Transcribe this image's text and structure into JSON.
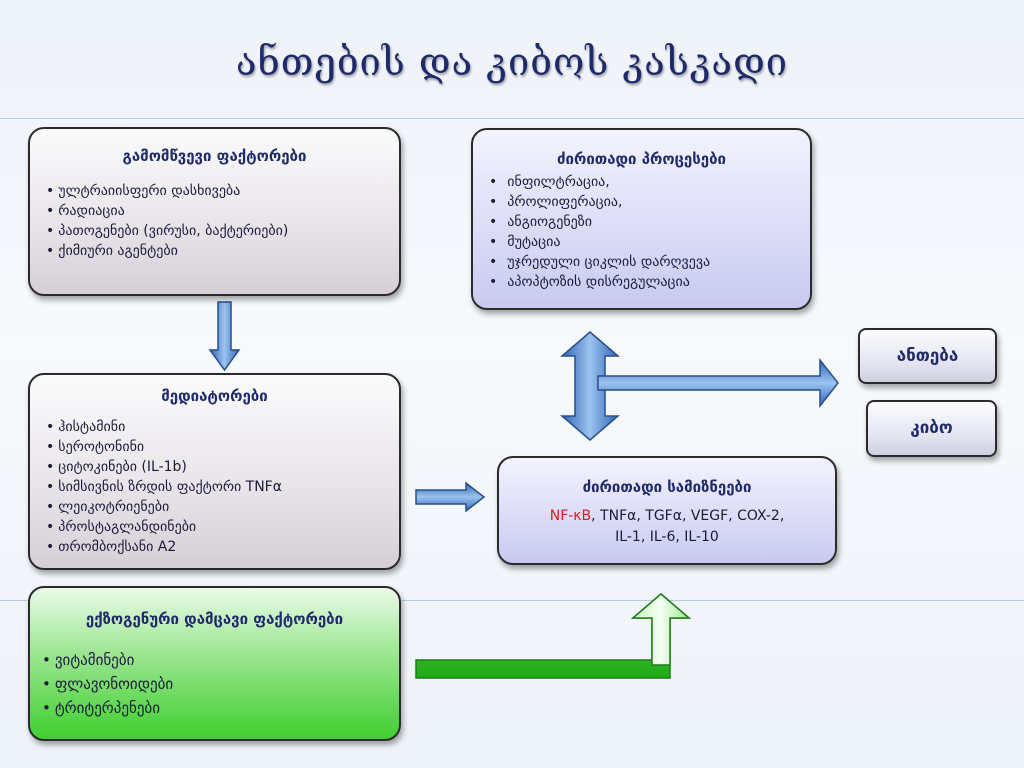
{
  "title": "ანთების და კიბოს კასკადი",
  "boxes": {
    "factors": {
      "heading": "გამომწვევი ფაქტორები",
      "items": [
        "ულტრაიისფერი დასხივება",
        "რადიაცია",
        "პათოგენები (ვირუსი, ბაქტერიები)",
        "ქიმიური აგენტები"
      ]
    },
    "processes": {
      "heading": "ძირითადი პროცესები",
      "items": [
        "ინფილტრაცია,",
        "პროლიფერაცია,",
        "ანგიოგენეზი",
        "მუტაცია",
        "უჯრედული ციკლის დარღვევა",
        "აპოპტოზის დისრეგულაცია"
      ]
    },
    "mediators": {
      "heading": "მედიატორები",
      "items": [
        "ჰისტამინი",
        "სეროტონინი",
        "ციტოკინები (IL-1b)",
        "სიმსივნის ზრდის ფაქტორი TNFα",
        "ლეიკოტრიენები",
        "პროსტაგლანდინები",
        "თრომბოქსანი A2"
      ]
    },
    "substances": {
      "heading": "ძირითადი სამიზნეები",
      "line1_red": "NF-κB",
      "line1_rest": ", TNFα, TGFα, VEGF, COX-2,",
      "line2": "IL-1, IL-6, IL-10"
    },
    "protective": {
      "heading": "ექზოგენური დამცავი ფაქტორები",
      "items": [
        "ვიტამინები",
        "ფლავონოიდები",
        "ტრიტერპენები"
      ]
    },
    "inflammation": {
      "label": "ანთება"
    },
    "cancer": {
      "label": "კიბო"
    }
  },
  "colors": {
    "title": "#1f2a6b",
    "arrow_blue": "#5b8fd1",
    "arrow_green": "#39c62b",
    "accent_red": "#e0191b"
  }
}
